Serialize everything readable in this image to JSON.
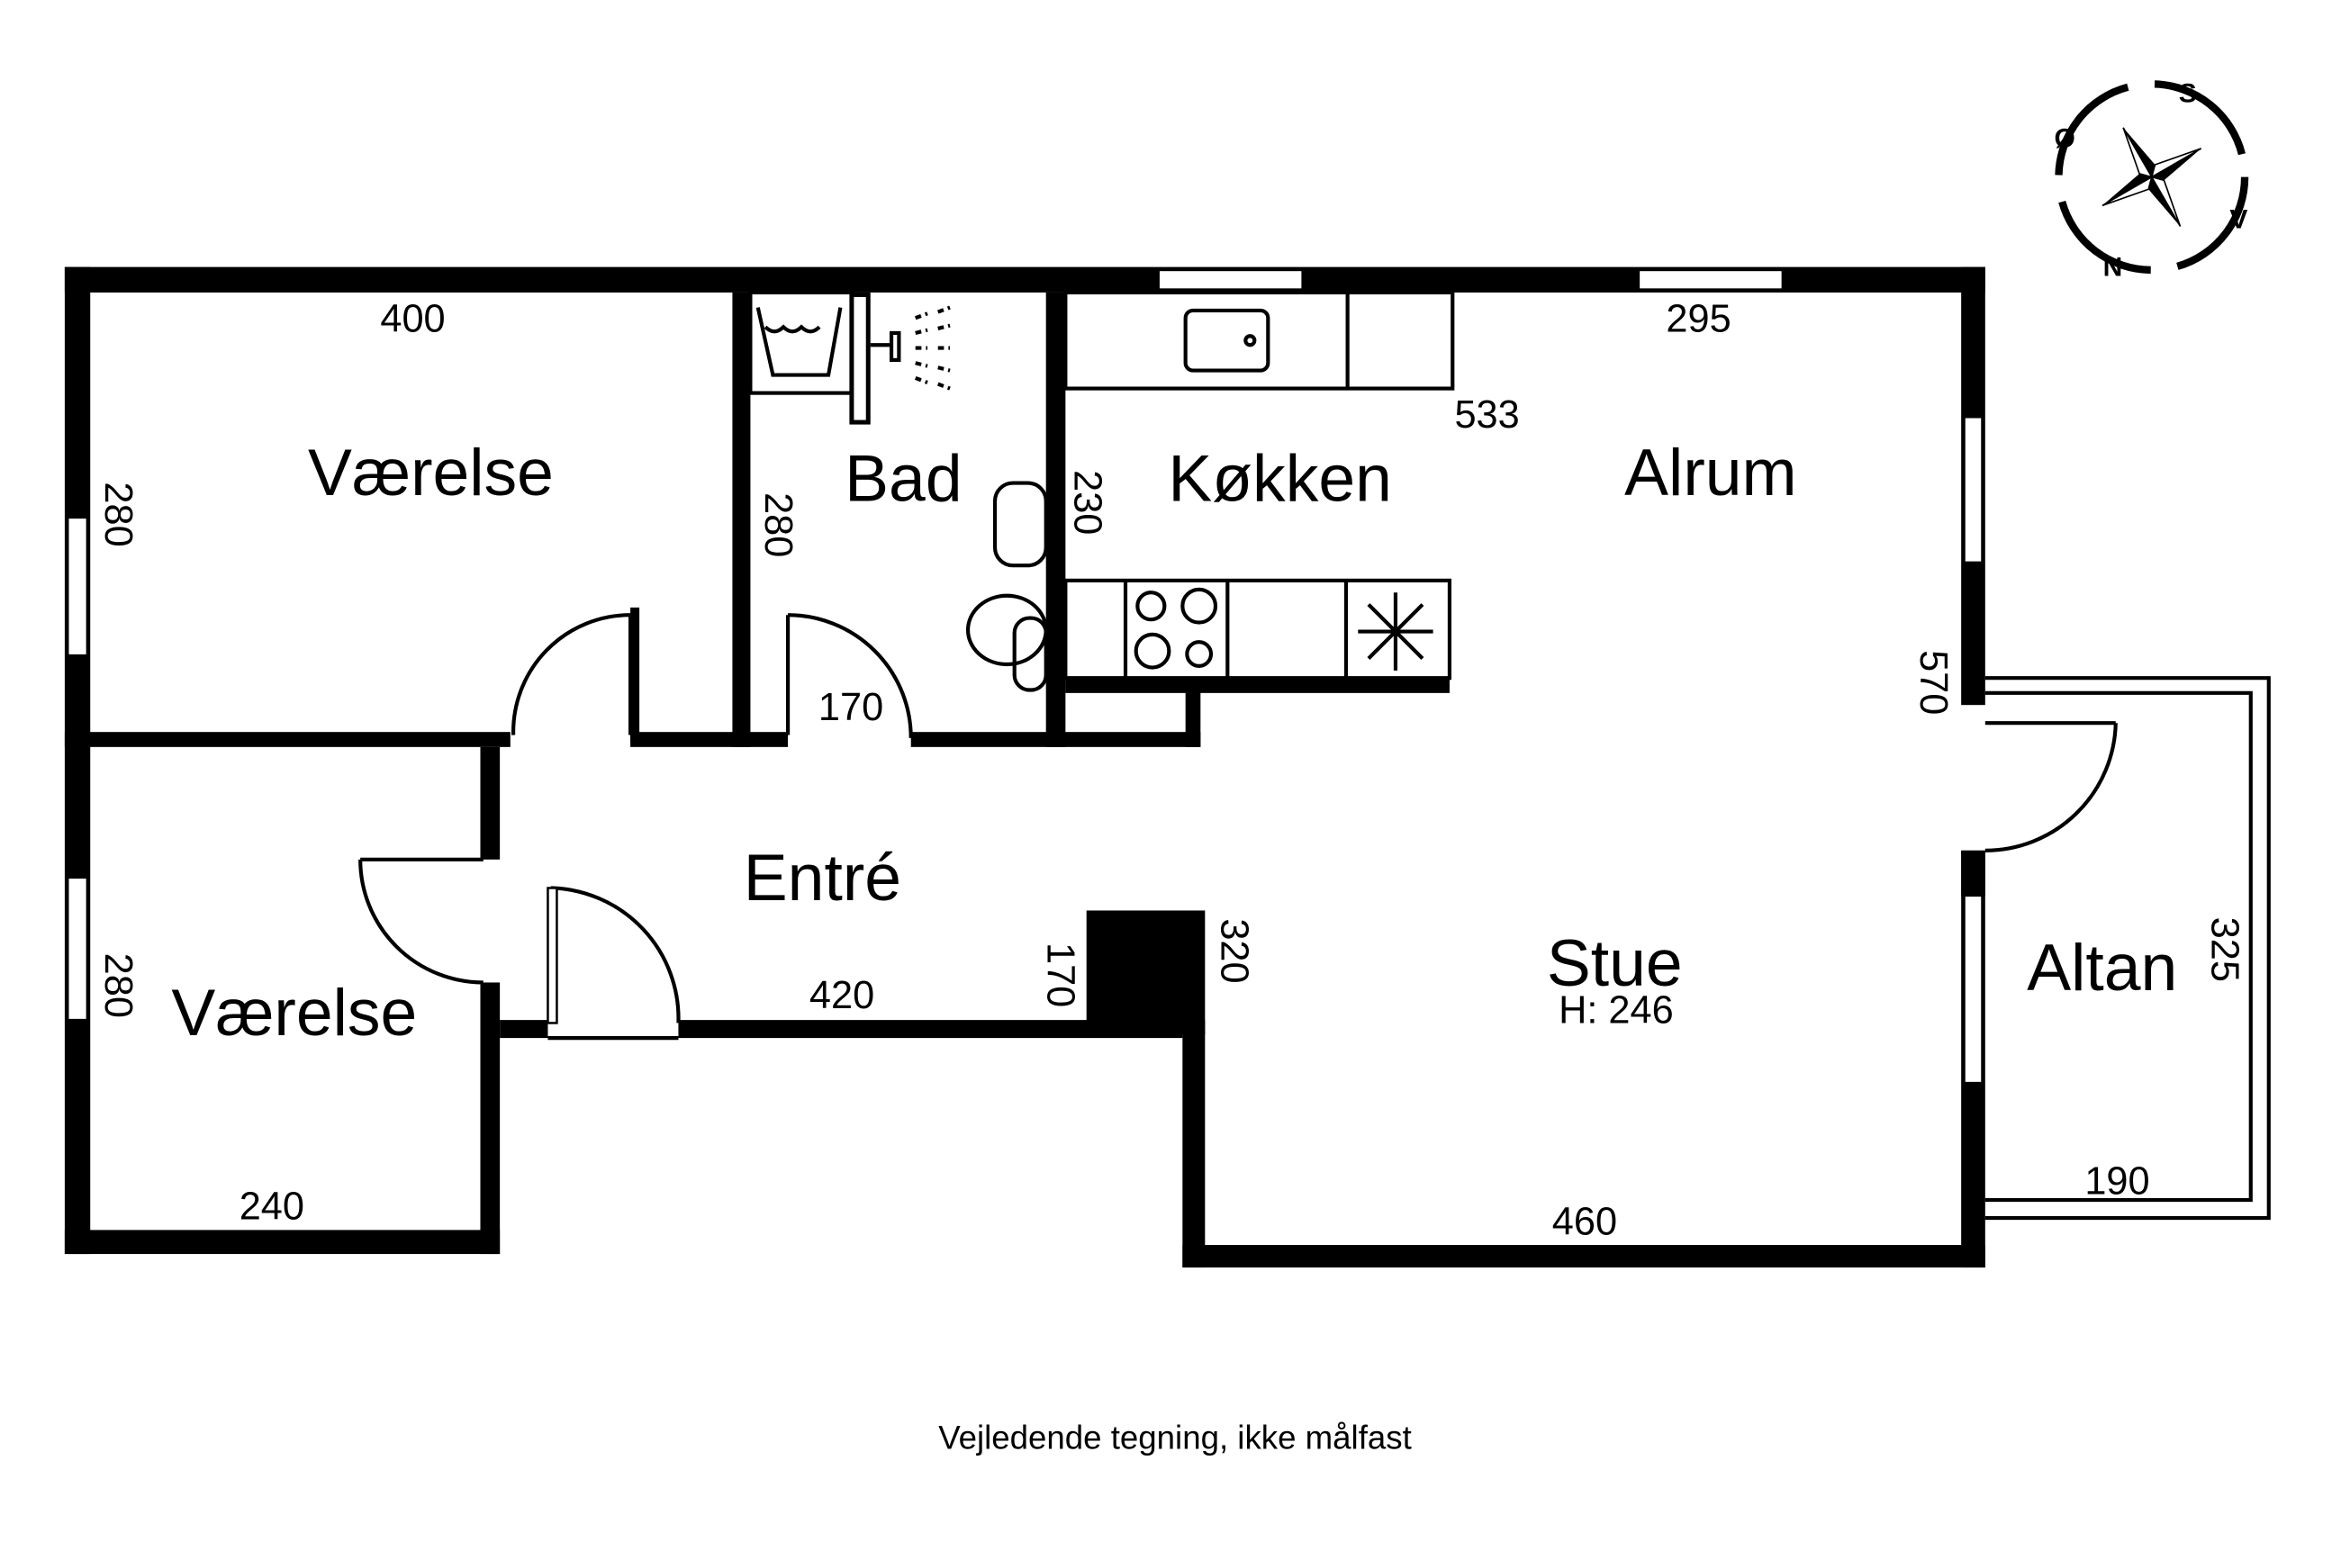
{
  "rooms": {
    "vaerelse_top": "Værelse",
    "bad": "Bad",
    "koekken": "Køkken",
    "alrum": "Alrum",
    "entre": "Entré",
    "vaerelse_bottom": "Værelse",
    "stue": "Stue",
    "stue_height": "H: 246",
    "altan": "Altan"
  },
  "dimensions": {
    "vaerelse_top_width": "400",
    "vaerelse_top_depth": "280",
    "bad_depth": "280",
    "bad_door": "170",
    "koekken_depth": "230",
    "koekken_width": "533",
    "alrum_width": "295",
    "stue_depth": "570",
    "entre_width": "420",
    "entre_depth": "170",
    "stue_left": "320",
    "stue_width": "460",
    "vaerelse_bottom_depth": "280",
    "vaerelse_bottom_width": "240",
    "altan_depth": "325",
    "altan_width": "190"
  },
  "compass": {
    "s": "S",
    "v": "V",
    "n": "N",
    "o": "Ø"
  },
  "footer": "Vejledende tegning, ikke målfast",
  "colors": {
    "wall": "#000000",
    "background": "#ffffff"
  }
}
